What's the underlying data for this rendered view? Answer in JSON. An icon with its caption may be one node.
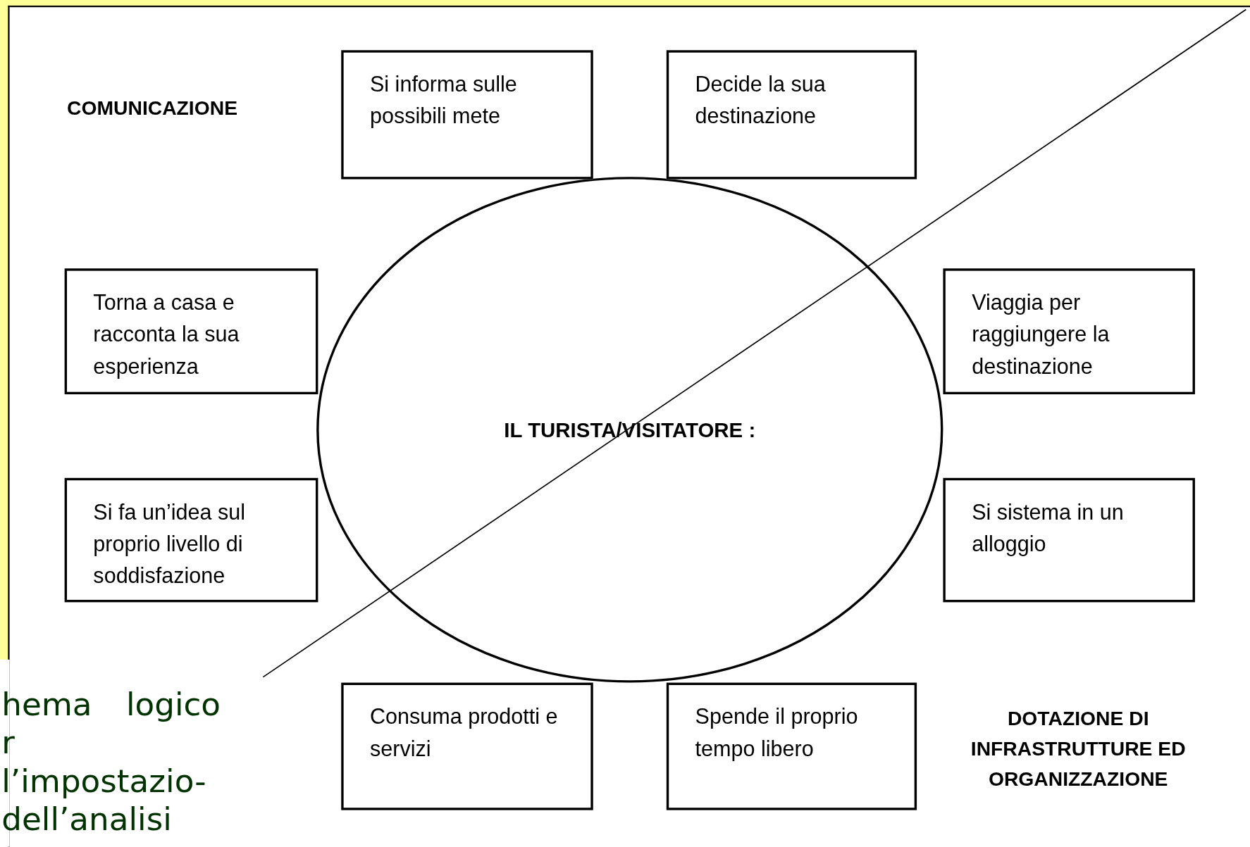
{
  "diagram": {
    "nodes": [
      {
        "text": [
          "Si informa sulle possibili mete"
        ]
      },
      {
        "text": [
          "Decide la sua destinazione"
        ]
      },
      {
        "text": [
          "Torna a casa e racconta la sua esperienza"
        ]
      },
      {
        "text": [
          "Viaggia per raggiungere la destinazione"
        ]
      },
      {
        "text": [
          "IL TURISTA/VISITATORE :"
        ]
      },
      {
        "text": [
          "Si fa un’idea sul proprio livello di soddisfazione"
        ]
      },
      {
        "text": [
          "Si sistema in un alloggio"
        ]
      },
      {
        "text": [
          "Consuma prodotti e servizi"
        ]
      },
      {
        "text": [
          "Spende il proprio tempo libero"
        ]
      }
    ],
    "labels": [
      "COMUNICAZIONE",
      "DOTAZIONE DI INFRASTRUTTURE ED ORGANIZZAZIONE",
      "hema logico r l’impostazio- dell’analisi"
    ]
  }
}
